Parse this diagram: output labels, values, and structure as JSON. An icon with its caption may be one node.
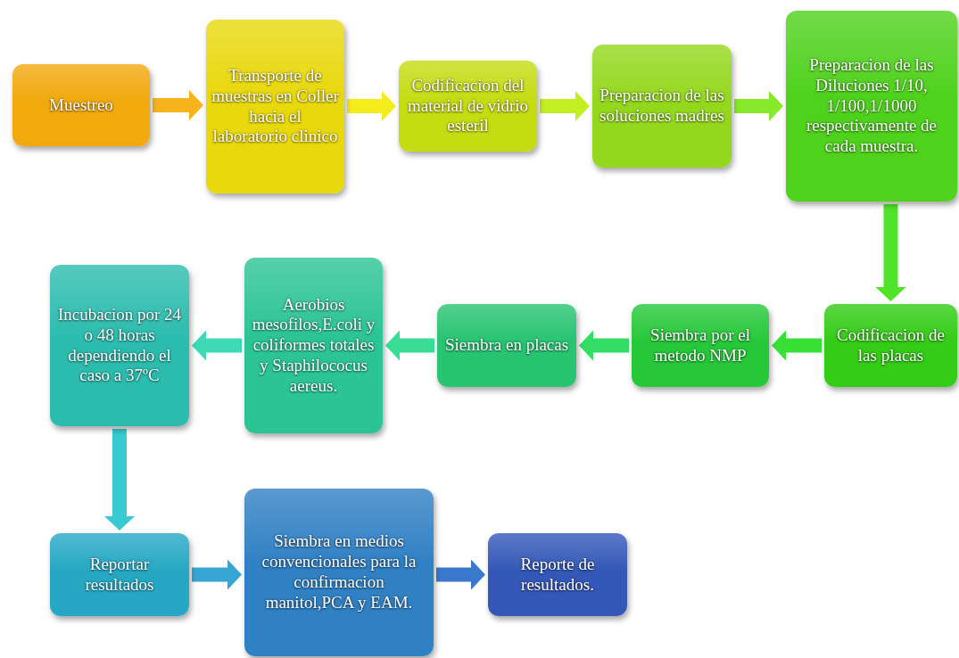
{
  "diagram": {
    "nodes": [
      {
        "text": [
          "Muestreo"
        ]
      },
      {
        "text": [
          "Transporte de muestras en Coller hacia el laboratorio clinico"
        ]
      },
      {
        "text": [
          "Codificacion del material de vidrio esteril"
        ]
      },
      {
        "text": [
          "Preparacion de las soluciones madres"
        ]
      },
      {
        "text": [
          "Preparacion de las Diluciones 1/10, 1/100,1/1000 respectivamente de cada muestra."
        ]
      },
      {
        "text": [
          "Codificacion de las placas"
        ]
      },
      {
        "text": [
          "Siembra por el metodo NMP"
        ]
      },
      {
        "text": [
          "Siembra en placas"
        ]
      },
      {
        "text": [
          "Aerobios mesofilos,E.coli y coliformes totales y Staphilococus aereus."
        ]
      },
      {
        "text": [
          "Incubacion por 24 o 48 horas dependiendo el caso a 37ºC"
        ]
      },
      {
        "text": [
          "Reportar resultados"
        ]
      },
      {
        "text": [
          "Siembra en medios convencionales para la confirmacion manitol,PCA y EAM."
        ]
      },
      {
        "text": [
          "Reporte de resultados."
        ]
      }
    ],
    "edges": [
      {
        "from": 0,
        "to": 1,
        "arrow": "to",
        "color": "#f6b31c"
      },
      {
        "from": 1,
        "to": 2,
        "arrow": "to",
        "color": "#f5ec1c"
      },
      {
        "from": 2,
        "to": 3,
        "arrow": "to",
        "color": "#c2ee22"
      },
      {
        "from": 3,
        "to": 4,
        "arrow": "to",
        "color": "#86ea2a"
      },
      {
        "from": 4,
        "to": 5,
        "arrow": "to",
        "color": "#4fe426"
      },
      {
        "from": 5,
        "to": 6,
        "arrow": "to",
        "color": "#38e036"
      },
      {
        "from": 6,
        "to": 7,
        "arrow": "to",
        "color": "#33de64"
      },
      {
        "from": 7,
        "to": 8,
        "arrow": "to",
        "color": "#3add94"
      },
      {
        "from": 8,
        "to": 9,
        "arrow": "to",
        "color": "#3ed9b6"
      },
      {
        "from": 9,
        "to": 10,
        "arrow": "to",
        "color": "#38cad0"
      },
      {
        "from": 10,
        "to": 11,
        "arrow": "to",
        "color": "#38a6d4"
      },
      {
        "from": 11,
        "to": 12,
        "arrow": "to",
        "color": "#3a78cc"
      }
    ]
  }
}
